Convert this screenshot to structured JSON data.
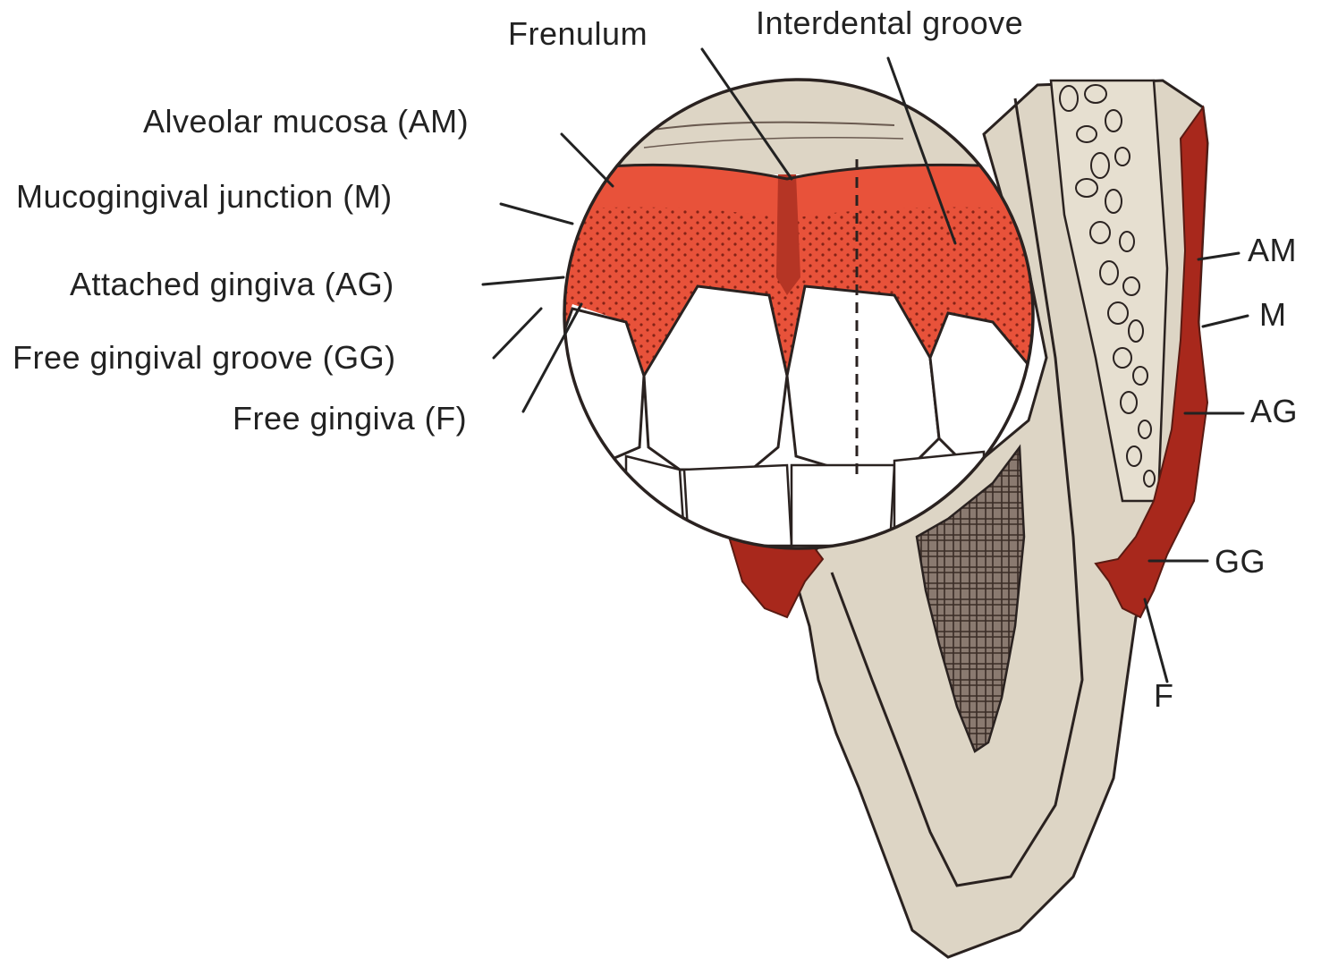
{
  "colors": {
    "gingiva": "#e8523a",
    "gingiva_dark": "#b53525",
    "mucosa_cut": "#a8281c",
    "bone_tissue": "#ddd5c5",
    "tooth": "#ffffff",
    "pulp": "#6b5a50",
    "line": "#2a2220"
  },
  "labels": {
    "frenulum": "Frenulum",
    "interdental_groove": "Interdental groove",
    "alveolar_mucosa": "Alveolar mucosa (AM)",
    "mucogingival_junction": "Mucogingival junction (M)",
    "attached_gingiva": "Attached gingiva (AG)",
    "free_gingival_groove": "Free gingival groove (GG)",
    "free_gingiva": "Free gingiva (F)",
    "am": "AM",
    "m": "M",
    "ag": "AG",
    "gg": "GG",
    "f": "F"
  }
}
